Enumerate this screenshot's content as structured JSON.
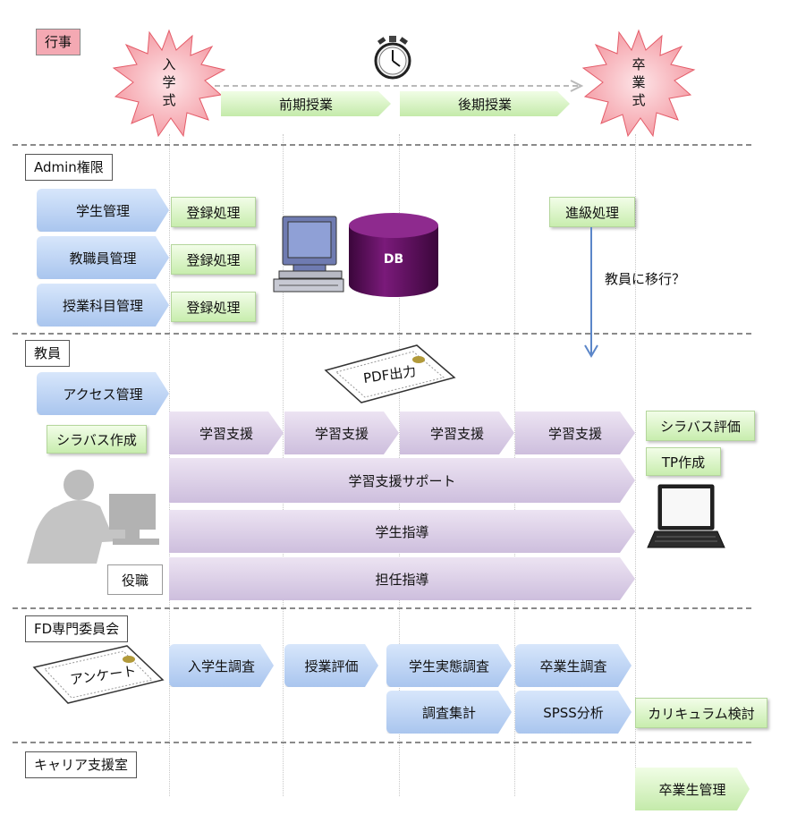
{
  "sections": {
    "events": "行事",
    "admin": "Admin権限",
    "teacher": "教員",
    "fd": "FD専門委員会",
    "career": "キャリア支援室"
  },
  "events": {
    "entrance": "入学式",
    "term1": "前期授業",
    "term2": "後期授業",
    "graduation": "卒業式"
  },
  "admin": {
    "student_mgmt": "学生管理",
    "staff_mgmt": "教職員管理",
    "course_mgmt": "授業科目管理",
    "register": "登録処理",
    "advance": "進級処理",
    "db": "DB",
    "question": "教員に移行？"
  },
  "teacher": {
    "pdf": "PDF出力",
    "access": "アクセス管理",
    "syllabus_create": "シラバス作成",
    "study_support": "学習支援",
    "support_sapo": "学習支援サポート",
    "guidance": "学生指導",
    "role": "役職",
    "homeroom": "担任指導",
    "syllabus_eval": "シラバス評価",
    "tp": "TP作成"
  },
  "fd": {
    "enquete": "アンケート",
    "survey_new": "入学生調査",
    "class_eval": "授業評価",
    "survey_actual": "学生実態調査",
    "survey_grad": "卒業生調査",
    "aggregate": "調査集計",
    "spss": "SPSS分析",
    "curriculum": "カリキュラム検討"
  },
  "career": {
    "grad_mgmt": "卒業生管理"
  },
  "colors": {
    "blue": "#a9c5ee",
    "purple": "#cdbedd",
    "green": "#c4eaaa",
    "burst": "#f6a6ae",
    "db": "#5c0f5c",
    "arrow": "#5b86c9"
  }
}
